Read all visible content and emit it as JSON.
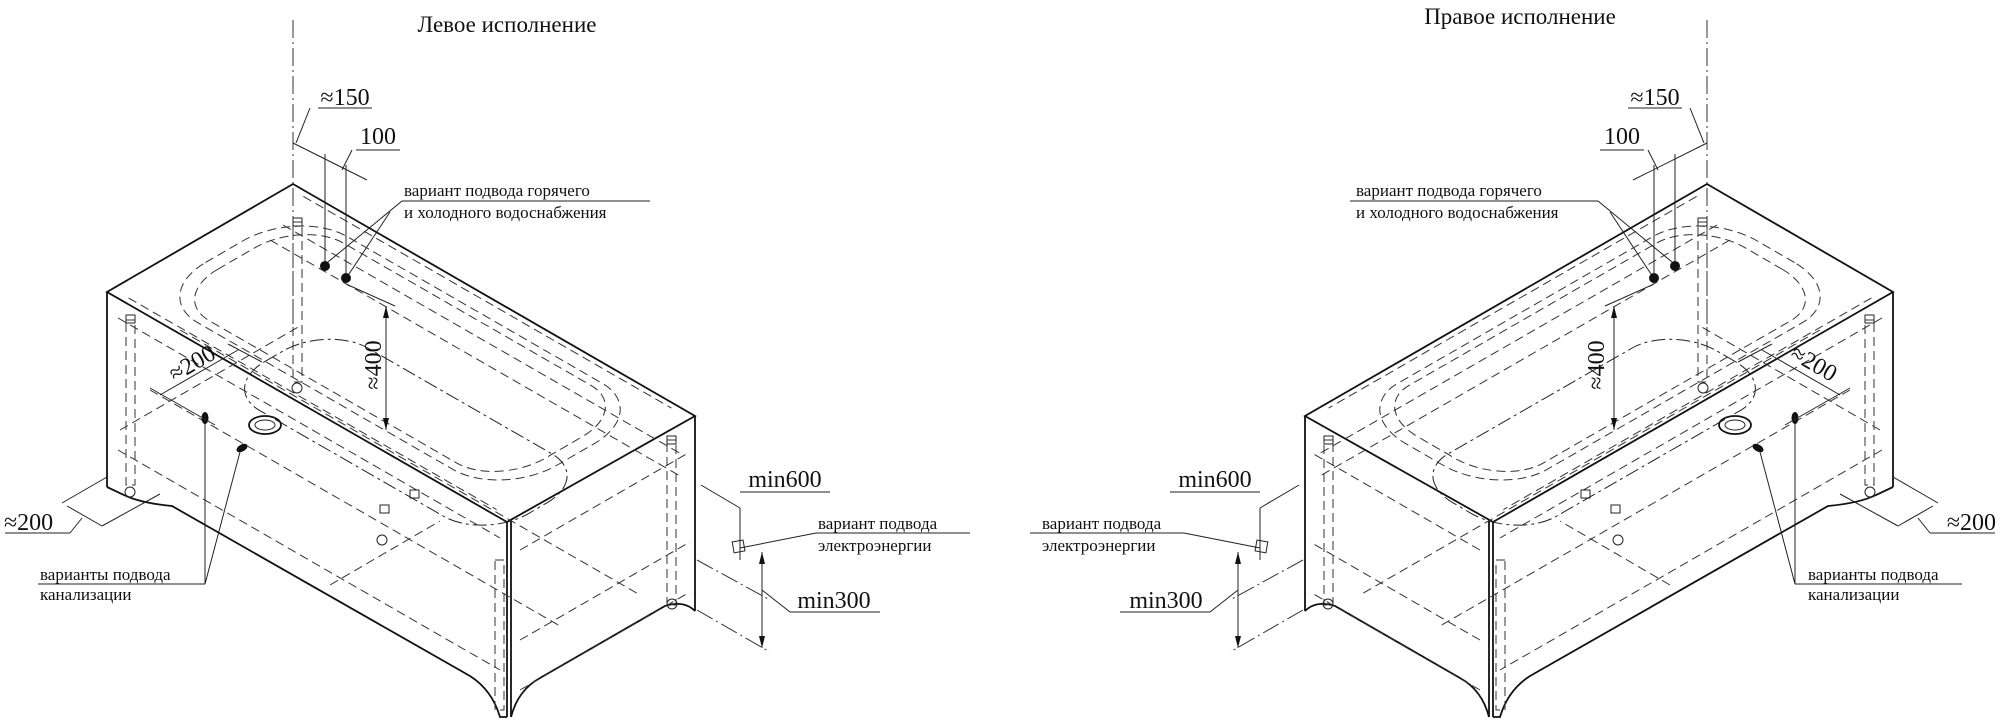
{
  "left": {
    "title": "Левое исполнение",
    "dim_150": "≈150",
    "dim_100": "100",
    "dim_400": "≈400",
    "dim_200_inner": "≈200",
    "dim_200_outer": "≈200",
    "water_label": [
      "вариант подвода горячего",
      "и холодного водоснабжения"
    ],
    "drain_label": [
      "варианты подвода",
      "канализации"
    ],
    "power_label": [
      "вариант подвода",
      "электроэнергии"
    ],
    "min600": "min600",
    "min300": "min300"
  },
  "right": {
    "title": "Правое исполнение",
    "dim_150": "≈150",
    "dim_100": "100",
    "dim_400": "≈400",
    "dim_200_inner": "≈200",
    "dim_200_outer": "≈200",
    "water_label": [
      "вариант подвода горячего",
      "и холодного водоснабжения"
    ],
    "drain_label": [
      "варианты подвода",
      "канализации"
    ],
    "power_label": [
      "вариант подвода",
      "электроэнергии"
    ],
    "min600": "min600",
    "min300": "min300"
  }
}
